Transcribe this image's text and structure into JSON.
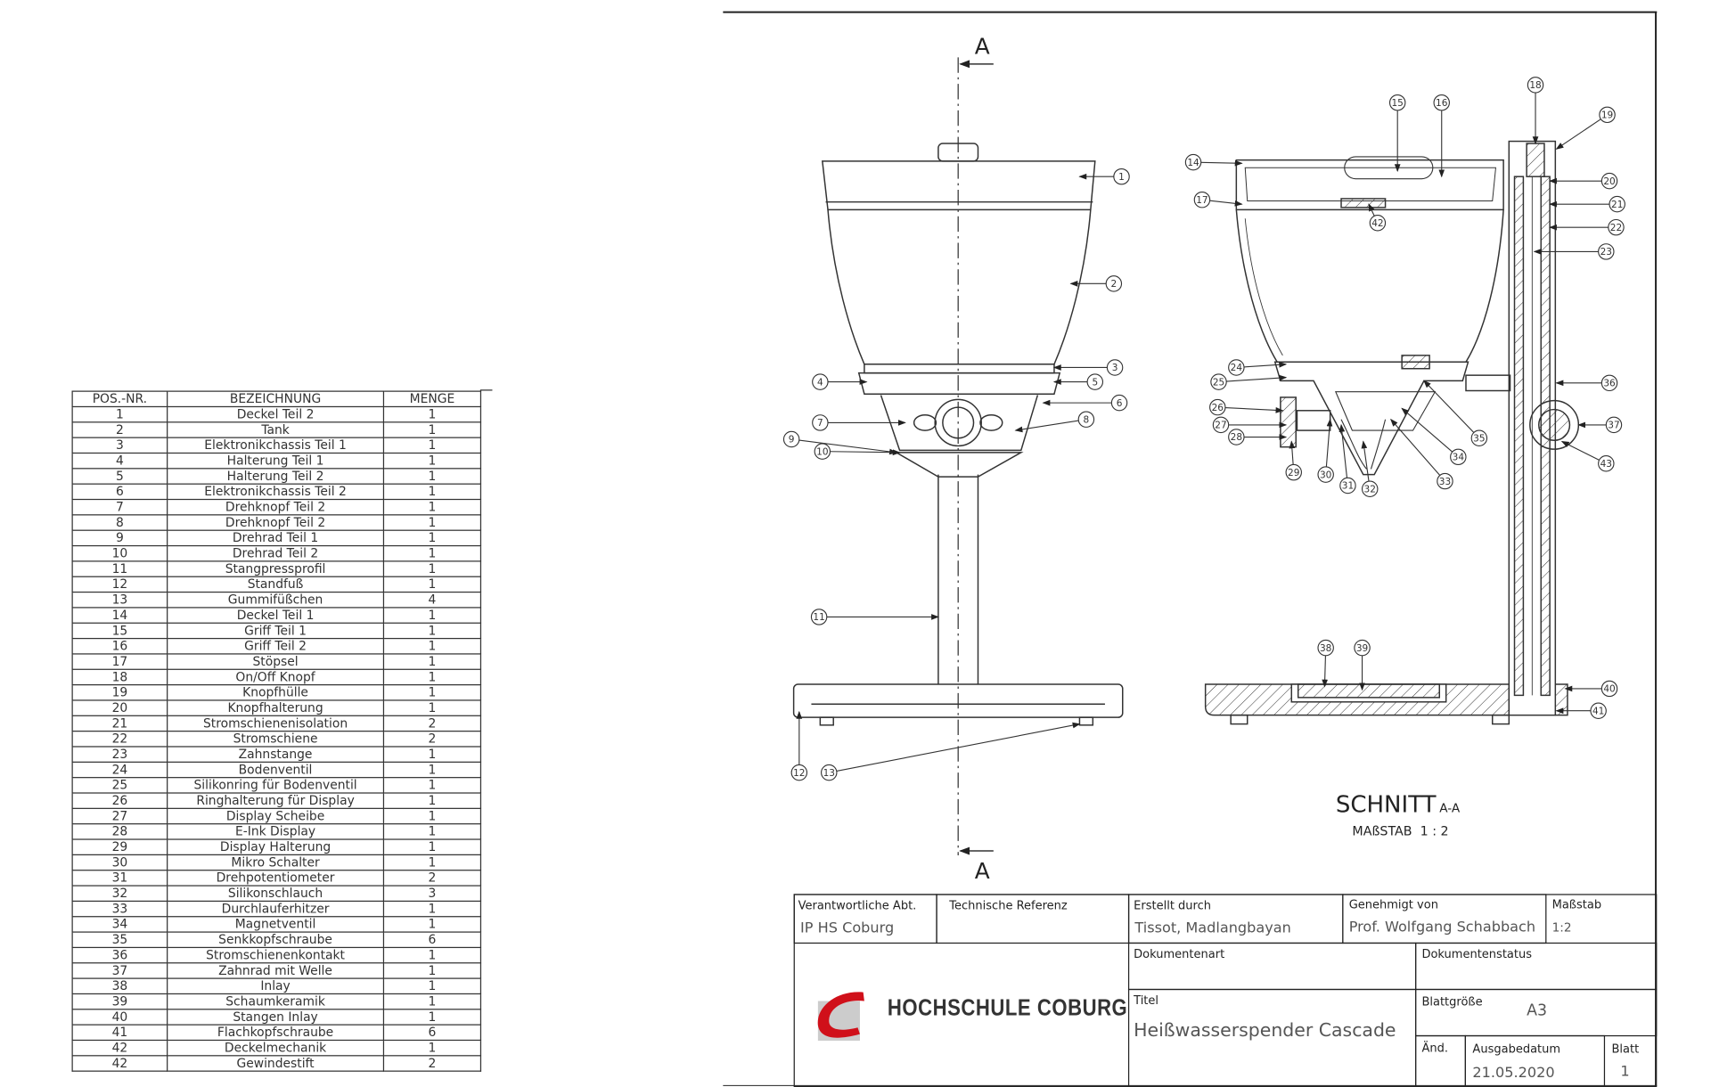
{
  "parts_table": {
    "headers": [
      "POS.-NR.",
      "BEZEICHNUNG",
      "MENGE"
    ],
    "rows": [
      [
        "1",
        "Deckel Teil 2",
        "1"
      ],
      [
        "2",
        "Tank",
        "1"
      ],
      [
        "3",
        "Elektronikchassis Teil 1",
        "1"
      ],
      [
        "4",
        "Halterung Teil 1",
        "1"
      ],
      [
        "5",
        "Halterung Teil 2",
        "1"
      ],
      [
        "6",
        "Elektronikchassis Teil 2",
        "1"
      ],
      [
        "7",
        "Drehknopf Teil 2",
        "1"
      ],
      [
        "8",
        "Drehknopf Teil 2",
        "1"
      ],
      [
        "9",
        "Drehrad Teil 1",
        "1"
      ],
      [
        "10",
        "Drehrad Teil 2",
        "1"
      ],
      [
        "11",
        "Stangpressprofil",
        "1"
      ],
      [
        "12",
        "Standfuß",
        "1"
      ],
      [
        "13",
        "Gummifüßchen",
        "4"
      ],
      [
        "14",
        "Deckel Teil 1",
        "1"
      ],
      [
        "15",
        "Griff Teil 1",
        "1"
      ],
      [
        "16",
        "Griff Teil 2",
        "1"
      ],
      [
        "17",
        "Stöpsel",
        "1"
      ],
      [
        "18",
        "On/Off Knopf",
        "1"
      ],
      [
        "19",
        "Knopfhülle",
        "1"
      ],
      [
        "20",
        "Knopfhalterung",
        "1"
      ],
      [
        "21",
        "Stromschienenisolation",
        "2"
      ],
      [
        "22",
        "Stromschiene",
        "2"
      ],
      [
        "23",
        "Zahnstange",
        "1"
      ],
      [
        "24",
        "Bodenventil",
        "1"
      ],
      [
        "25",
        "Silikonring für Bodenventil",
        "1"
      ],
      [
        "26",
        "Ringhalterung für Display",
        "1"
      ],
      [
        "27",
        "Display Scheibe",
        "1"
      ],
      [
        "28",
        "E-Ink Display",
        "1"
      ],
      [
        "29",
        "Display Halterung",
        "1"
      ],
      [
        "30",
        "Mikro Schalter",
        "1"
      ],
      [
        "31",
        "Drehpotentiometer",
        "2"
      ],
      [
        "32",
        "Silikonschlauch",
        "3"
      ],
      [
        "33",
        "Durchlauferhitzer",
        "1"
      ],
      [
        "34",
        "Magnetventil",
        "1"
      ],
      [
        "35",
        "Senkkopfschraube",
        "6"
      ],
      [
        "36",
        "Stromschienenkontakt",
        "1"
      ],
      [
        "37",
        "Zahnrad mit Welle",
        "1"
      ],
      [
        "38",
        "Inlay",
        "1"
      ],
      [
        "39",
        "Schaumkeramik",
        "1"
      ],
      [
        "40",
        "Stangen Inlay",
        "1"
      ],
      [
        "41",
        "Flachkopfschraube",
        "6"
      ],
      [
        "42",
        "Deckelmechanik",
        "1"
      ],
      [
        "42",
        "Gewindestift",
        "2"
      ]
    ]
  },
  "drawing": {
    "section_marker": "A",
    "section_title": "SCHNITT",
    "section_suffix": "A-A",
    "scale_label": "MAßSTAB  1 : 2",
    "front_callouts": [
      "1",
      "2",
      "3",
      "5",
      "4",
      "6",
      "8",
      "7",
      "9",
      "10",
      "11",
      "12",
      "13"
    ],
    "section_callouts": [
      "14",
      "15",
      "16",
      "17",
      "42",
      "18",
      "19",
      "20",
      "21",
      "22",
      "23",
      "24",
      "25",
      "36",
      "26",
      "27",
      "37",
      "28",
      "35",
      "43",
      "34",
      "29",
      "30",
      "31",
      "32",
      "33",
      "38",
      "39",
      "40",
      "41"
    ]
  },
  "title_block": {
    "dept_label": "Verantwortliche Abt.",
    "dept_value": "IP HS Coburg",
    "tech_ref_label": "Technische Referenz",
    "created_label": "Erstellt durch",
    "created_value": "Tissot, Madlangbayan",
    "approved_label": "Genehmigt von",
    "approved_value": "Prof. Wolfgang Schabbach",
    "scale_label": "Maßstab",
    "scale_value": "1:2",
    "doc_type_label": "Dokumentenart",
    "doc_status_label": "Dokumentenstatus",
    "title_label": "Titel",
    "title_value": "Heißwasserspender Cascade",
    "sheet_size_label": "Blattgröße",
    "sheet_size_value": "A3",
    "rev_label": "Änd.",
    "date_label": "Ausgabedatum",
    "date_value": "21.05.2020",
    "sheet_label": "Blatt",
    "sheet_value": "1",
    "logo_text": "HOCHSCHULE COBURG",
    "logo_color": "#d0101a"
  }
}
